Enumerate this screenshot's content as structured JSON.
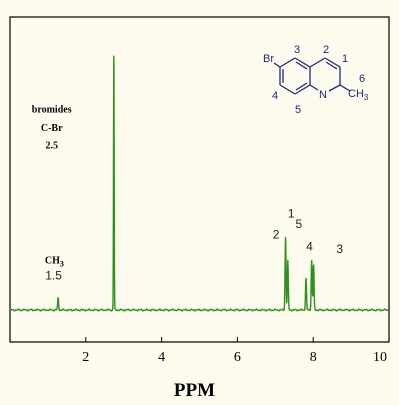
{
  "chart_data": {
    "type": "line",
    "xlabel": "PPM",
    "xlim": [
      0,
      10
    ],
    "ylim": [
      0,
      1
    ],
    "x_ticks": [
      2,
      4,
      6,
      8,
      10
    ],
    "x_tick_labels": [
      "2",
      "4",
      "6",
      "8",
      "10"
    ],
    "grid": false,
    "series_color": "#2f8f1f",
    "peaks": [
      {
        "x": 1.27,
        "y": 0.045
      },
      {
        "x": 2.74,
        "y": 1.0
      },
      {
        "x": 7.27,
        "y": 0.275
      },
      {
        "x": 7.33,
        "y": 0.185
      },
      {
        "x": 7.81,
        "y": 0.12
      },
      {
        "x": 7.96,
        "y": 0.19
      },
      {
        "x": 8.01,
        "y": 0.17
      }
    ],
    "annotations": [
      {
        "id": "bromides-title",
        "text": "bromides",
        "x": 1.1,
        "y": 0.745,
        "style": "bold"
      },
      {
        "id": "bromides-bond",
        "text": "C-Br",
        "x": 1.1,
        "y": 0.675,
        "style": "bold"
      },
      {
        "id": "bromides-shift",
        "text": "2.5",
        "x": 1.1,
        "y": 0.61,
        "style": "bold"
      },
      {
        "id": "ch3-label",
        "text": "CH",
        "x": 0.92,
        "y": 0.175,
        "style": "bold",
        "sub": "3"
      },
      {
        "id": "ch3-shift",
        "text": "1.5",
        "x": 1.15,
        "y": 0.115,
        "style": "num"
      },
      {
        "id": "peak-1",
        "text": "1",
        "x": 7.42,
        "y": 0.35,
        "style": "num"
      },
      {
        "id": "peak-2",
        "text": "2",
        "x": 7.02,
        "y": 0.27,
        "style": "num"
      },
      {
        "id": "peak-5",
        "text": "5",
        "x": 7.62,
        "y": 0.31,
        "style": "num"
      },
      {
        "id": "peak-4",
        "text": "4",
        "x": 7.9,
        "y": 0.225,
        "style": "num"
      },
      {
        "id": "peak-3",
        "text": "3",
        "x": 8.7,
        "y": 0.215,
        "style": "num"
      }
    ]
  },
  "molecule": {
    "color": "#1f2a7a",
    "labels": {
      "br": "Br",
      "n": "N",
      "methyl": "CH",
      "methyl_sub": "3",
      "pos1": "1",
      "pos2": "2",
      "pos3": "3",
      "pos4": "4",
      "pos5": "5",
      "pos6": "6"
    }
  }
}
